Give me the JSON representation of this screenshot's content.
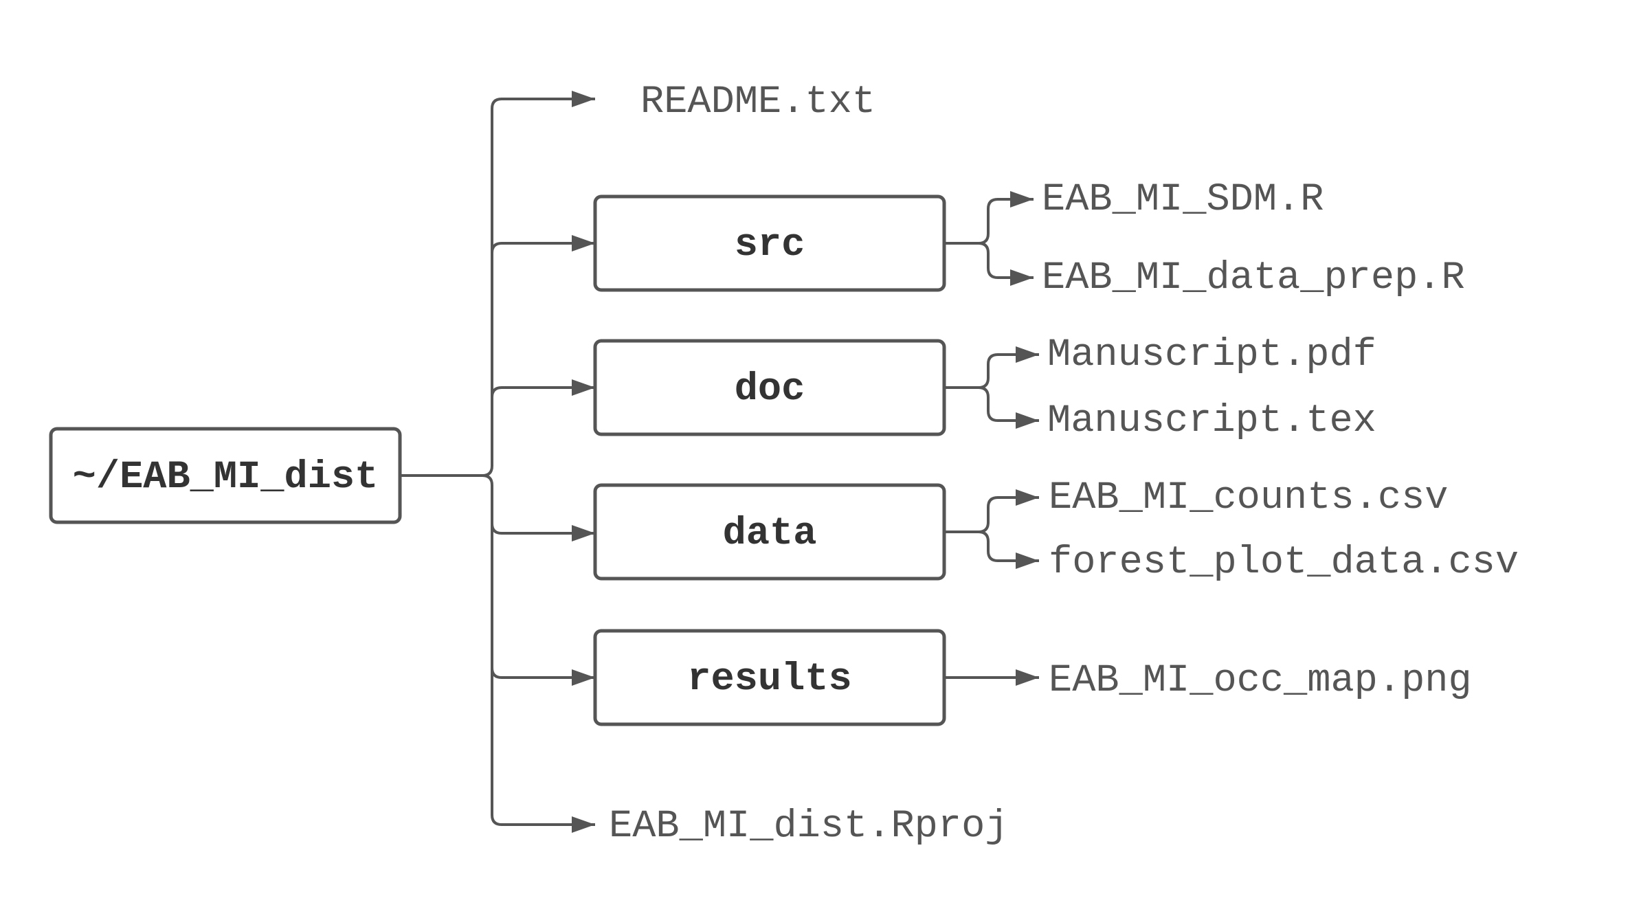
{
  "diagram": {
    "root": {
      "label": "~/EAB_MI_dist"
    },
    "root_files": [
      {
        "label": "README.txt"
      },
      {
        "label": "EAB_MI_dist.Rproj"
      }
    ],
    "folders": [
      {
        "label": "src",
        "files": [
          "EAB_MI_SDM.R",
          "EAB_MI_data_prep.R"
        ]
      },
      {
        "label": "doc",
        "files": [
          "Manuscript.pdf",
          "Manuscript.tex"
        ]
      },
      {
        "label": "data",
        "files": [
          "EAB_MI_counts.csv",
          "forest_plot_data.csv"
        ]
      },
      {
        "label": "results",
        "files": [
          "EAB_MI_occ_map.png"
        ]
      }
    ],
    "colors": {
      "stroke": "#555555",
      "folder_text": "#333333",
      "file_text": "#555555",
      "background": "#ffffff"
    }
  }
}
